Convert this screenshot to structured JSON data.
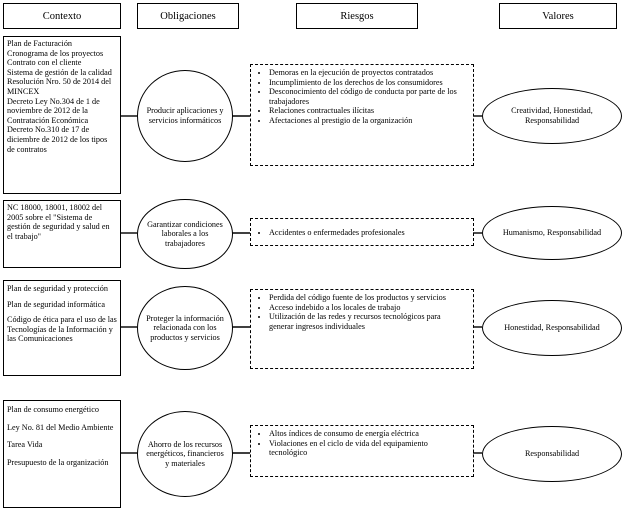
{
  "headers": {
    "contexto": "Contexto",
    "obligaciones": "Obligaciones",
    "riesgos": "Riesgos",
    "valores": "Valores"
  },
  "rows": [
    {
      "context": [
        "Plan de Facturación",
        "Cronograma de los proyectos",
        "Contrato con el cliente",
        "Sistema de gestión de la calidad",
        "Resolución Nro. 50 de 2014 del MINCEX",
        "Decreto Ley No.304 de 1 de noviembre de 2012 de la Contratación Económica",
        "Decreto No.310 de 17 de diciembre de 2012 de los tipos de contratos"
      ],
      "obligation": "Producir aplicaciones y servicios informáticos",
      "risks": [
        "Demoras en la ejecución de proyectos contratados",
        "Incumplimiento de los derechos de los consumidores",
        "Desconocimiento del código de conducta por parte de los trabajadores",
        "Relaciones contractuales ilícitas",
        "Afectaciones al prestigio de la organización"
      ],
      "value": "Creatividad, Honestidad, Responsabilidad"
    },
    {
      "context": [
        "NC 18000, 18001, 18002 del 2005 sobre el \"Sistema de gestión de seguridad y salud en el trabajo\""
      ],
      "obligation": "Garantizar condiciones laborales a los trabajadores",
      "risks": [
        "Accidentes o enfermedades profesionales"
      ],
      "value": "Humanismo, Responsabilidad"
    },
    {
      "context": [
        "Plan de seguridad y protección",
        "Plan de seguridad informática",
        "Código de ética para el uso de las Tecnologías de la Información y las Comunicaciones"
      ],
      "obligation": "Proteger la información relacionada con los productos y servicios",
      "risks": [
        "Perdida del código fuente de los productos y servicios",
        "Acceso indebido a los locales de trabajo",
        "Utilización de las redes y recursos tecnológicos para generar ingresos individuales"
      ],
      "value": "Honestidad, Responsabilidad"
    },
    {
      "context": [
        "Plan de consumo energético",
        "Ley No. 81 del Medio Ambiente",
        "Tarea Vida",
        "Presupuesto de la organización"
      ],
      "obligation": "Ahorro de los recursos energéticos, financieros y materiales",
      "risks": [
        "Altos índices de consumo de energía eléctrica",
        "Violaciones en el ciclo de vida del equipamiento tecnológico"
      ],
      "value": "Responsabilidad"
    }
  ]
}
